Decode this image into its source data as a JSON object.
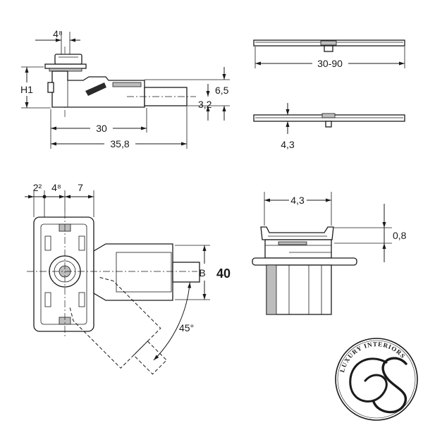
{
  "side_view": {
    "width_top": "4⁸",
    "height": "H1",
    "offset_upper": "6,5",
    "offset_lower": "3,2",
    "length_body": "30",
    "length_total": "35,8"
  },
  "plan_view": {
    "length": "30-90"
  },
  "profile_view": {
    "height": "4,3"
  },
  "top_view": {
    "dim_left": "2²",
    "dim_mid": "4⁸",
    "dim_right": "7",
    "outlet_label": "B",
    "outlet_value": "40",
    "angle": "45°"
  },
  "detail_view": {
    "width": "4,3",
    "height": "0,8"
  },
  "logo": {
    "text": "LUXURY INTERIORS"
  },
  "colors": {
    "line": "#1a1a1a",
    "background": "#ffffff",
    "shade": "#bdbdbd"
  }
}
